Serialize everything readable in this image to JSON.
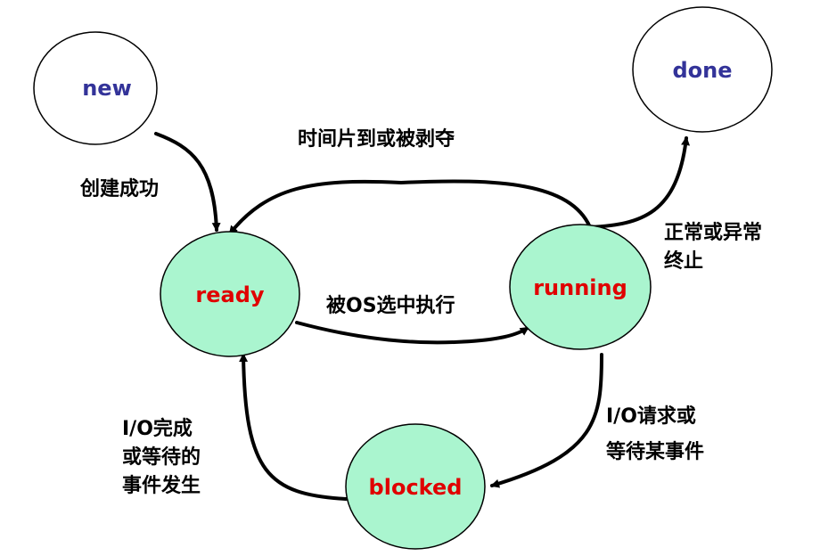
{
  "colors": {
    "active_fill": "#aaf5cf",
    "inactive_fill": "#ffffff",
    "blue_text": "#333399",
    "red_text": "#e00000",
    "line": "#000000"
  },
  "states": {
    "new": {
      "label": "new"
    },
    "done": {
      "label": "done"
    },
    "ready": {
      "label": "ready"
    },
    "running": {
      "label": "running"
    },
    "blocked": {
      "label": "blocked"
    }
  },
  "transitions": {
    "new_to_ready": {
      "lines": [
        "创建成功"
      ]
    },
    "running_to_ready": {
      "lines": [
        "时间片到或被剥夺"
      ]
    },
    "ready_to_running": {
      "lines": [
        "被OS选中执行"
      ]
    },
    "running_to_done": {
      "lines": [
        "正常或异常",
        "终止"
      ]
    },
    "running_to_blocked": {
      "lines": [
        "I/O请求或",
        "等待某事件"
      ]
    },
    "blocked_to_ready": {
      "lines": [
        "I/O完成",
        "或等待的",
        "事件发生"
      ]
    }
  }
}
